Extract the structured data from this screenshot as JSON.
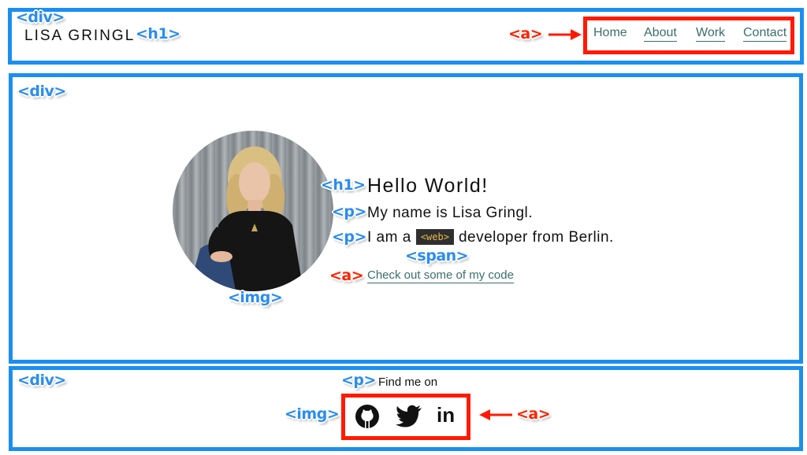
{
  "header": {
    "name": "LISA GRINGL",
    "nav": [
      {
        "label": "Home"
      },
      {
        "label": "About"
      },
      {
        "label": "Work"
      },
      {
        "label": "Contact"
      }
    ]
  },
  "hero": {
    "heading": "Hello World!",
    "intro": "My name is Lisa Gringl.",
    "role_prefix": "I am a",
    "role_tag": "<web>",
    "role_suffix": "developer from Berlin.",
    "code_link": "Check out some of my code"
  },
  "footer": {
    "find_me": "Find me on",
    "social": [
      {
        "icon": "github-icon"
      },
      {
        "icon": "twitter-icon"
      },
      {
        "icon": "linkedin-icon",
        "label": "in"
      }
    ]
  },
  "annotations": {
    "div": "<div>",
    "h1": "<h1>",
    "a": "<a>",
    "p": "<p>",
    "span": "<span>",
    "img": "<img>"
  },
  "colors": {
    "element_box": "#1a8ff1",
    "link_box": "#ff1a00",
    "link_text": "#3c6e6e",
    "span_bg": "#2f2f2f",
    "span_text": "#e8b84a"
  }
}
